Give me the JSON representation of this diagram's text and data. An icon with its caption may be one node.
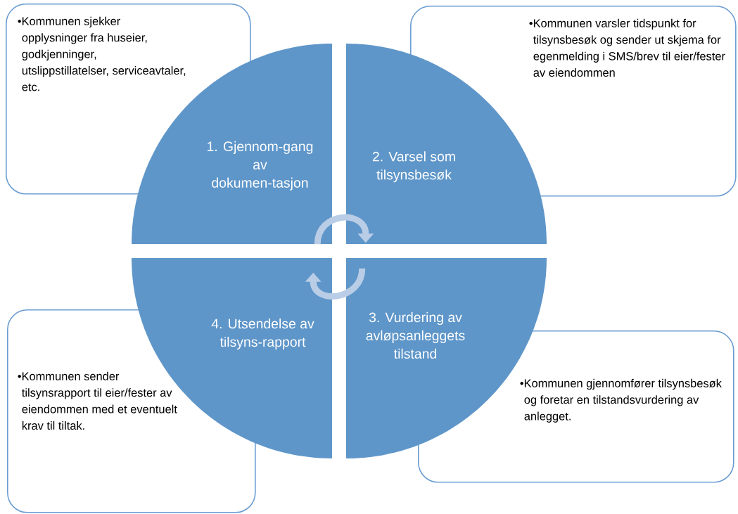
{
  "diagram": {
    "nodes": [
      {
        "text": [
          "•Kommunen sjekker opplysninger fra huseier, godkjenninger, utslippstillatelser, serviceavtaler, etc."
        ]
      },
      {
        "text": [
          "•Kommunen varsler tidspunkt for tilsynsbesøk og sender ut skjema for egenmelding i SMS/brev til eier/fester av eiendommen"
        ]
      },
      {
        "text": [
          "1. Gjennom-gang av dokumen-tasjon"
        ]
      },
      {
        "text": [
          "2. Varsel som tilsynsbesøk"
        ]
      },
      {
        "text": [
          "4. Utsendelse av tilsyns-rapport"
        ]
      },
      {
        "text": [
          "3. Vurdering av avløpsanleggets tilstand"
        ]
      },
      {
        "text": [
          "•Kommunen sender tilsynsrapport til eier/fester av eiendommen med et eventuelt krav til tiltak."
        ]
      },
      {
        "text": [
          "•Kommunen gjennomfører tilsynsbesøk og foretar en tilstandsvurdering av anlegget."
        ]
      }
    ],
    "edges": [
      {
        "from": 2,
        "to": 3,
        "arrow": "to"
      },
      {
        "from": 5,
        "to": 4,
        "arrow": "to"
      }
    ]
  }
}
